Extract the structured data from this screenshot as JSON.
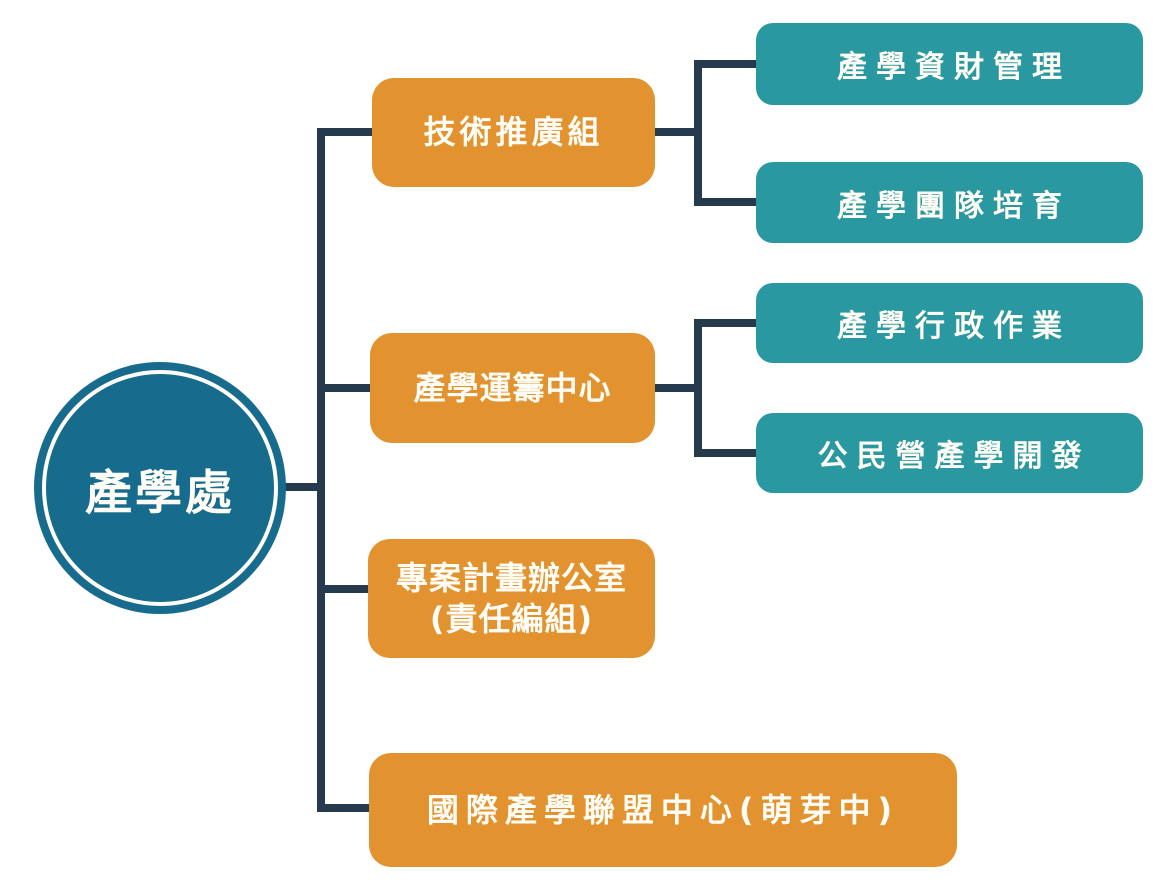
{
  "colors": {
    "root_fill": "#176C8E",
    "department_fill": "#E2932F",
    "sub_unit_fill": "#2A98A0",
    "connector": "#263A4D",
    "text": "#FFFDF5"
  },
  "root": {
    "label": "產學處"
  },
  "departments": [
    {
      "label": "技術推廣組",
      "children": [
        "產學資財管理",
        "產學團隊培育"
      ]
    },
    {
      "label": "產學運籌中心",
      "children": [
        "產學行政作業",
        "公民營產學開發"
      ]
    },
    {
      "label": "專案計畫辦公室",
      "label2": "(責任編組)",
      "children": []
    },
    {
      "label": "國際產學聯盟中心(萌芽中)",
      "children": []
    }
  ]
}
